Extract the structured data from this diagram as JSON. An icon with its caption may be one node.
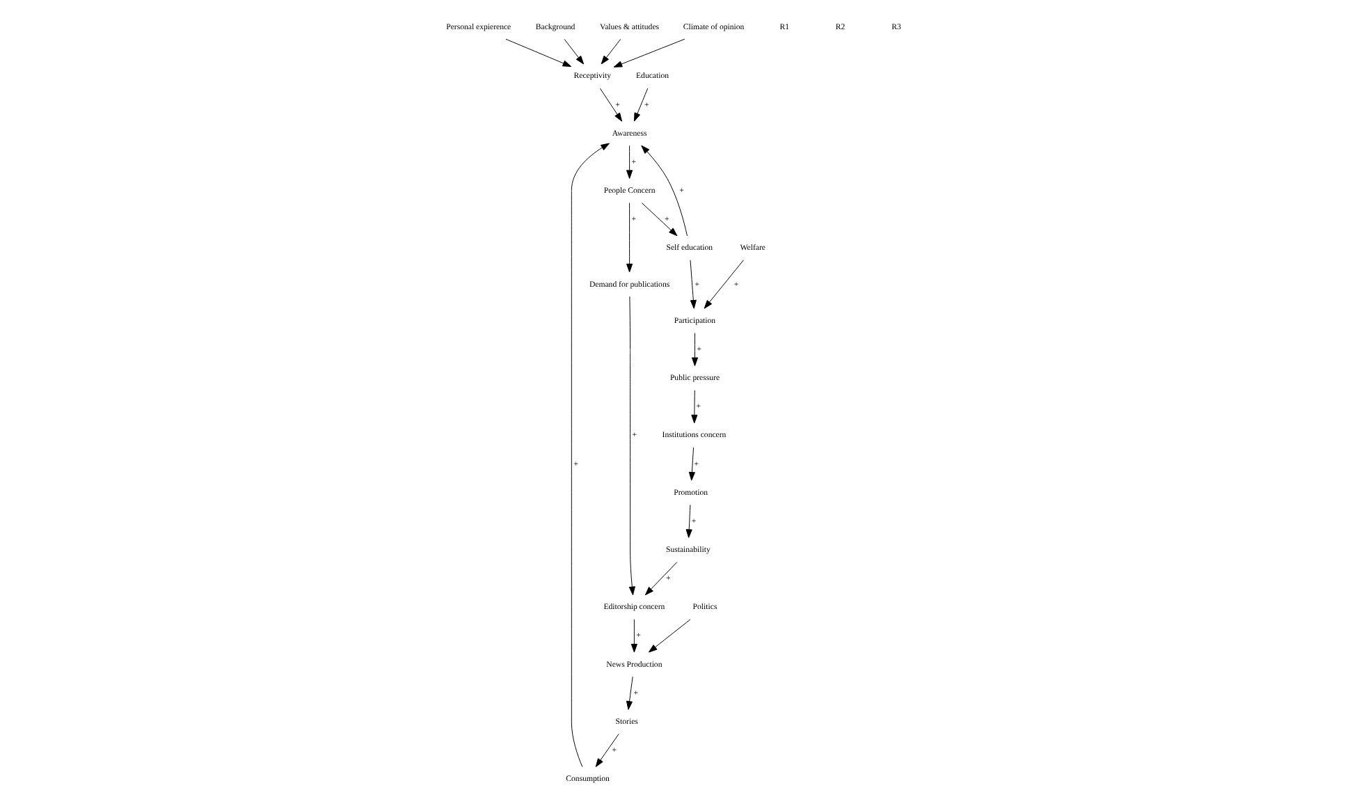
{
  "diagram": {
    "nodes": [
      {
        "text": [
          "Personal expierence"
        ]
      },
      {
        "text": [
          "Background"
        ]
      },
      {
        "text": [
          "Education"
        ]
      },
      {
        "text": [
          "Values & attitudes"
        ]
      },
      {
        "text": [
          "Climate of opinion"
        ]
      },
      {
        "text": [
          "Consumption"
        ]
      },
      {
        "text": [
          "Receptivity"
        ]
      },
      {
        "text": [
          "Politics"
        ]
      },
      {
        "text": [
          "Stories"
        ]
      },
      {
        "text": [
          "Awareness"
        ]
      },
      {
        "text": [
          "News Production"
        ]
      },
      {
        "text": [
          "People Concern"
        ]
      },
      {
        "text": [
          "Demand for publications"
        ]
      },
      {
        "text": [
          "Self education"
        ]
      },
      {
        "text": [
          "Welfare"
        ]
      },
      {
        "text": [
          "Editorship concern"
        ]
      },
      {
        "text": [
          "Participation"
        ]
      },
      {
        "text": [
          "Sustainability"
        ]
      },
      {
        "text": [
          "Public pressure"
        ]
      },
      {
        "text": [
          "Promotion"
        ]
      },
      {
        "text": [
          "Institutions concern"
        ]
      }
    ],
    "edges": [
      {
        "from": 7,
        "to": 10,
        "arrow": "to"
      },
      {
        "from": 10,
        "to": 8,
        "arrow": "to",
        "label": "+"
      },
      {
        "from": 8,
        "to": 5,
        "arrow": "to",
        "label": "+"
      },
      {
        "from": 5,
        "to": 9,
        "arrow": "to",
        "label": "+"
      },
      {
        "from": 2,
        "to": 9,
        "arrow": "to",
        "label": "+"
      },
      {
        "from": 4,
        "to": 6,
        "arrow": "to"
      },
      {
        "from": 1,
        "to": 6,
        "arrow": "to"
      },
      {
        "from": 0,
        "to": 6,
        "arrow": "to"
      },
      {
        "from": 3,
        "to": 6,
        "arrow": "to"
      },
      {
        "from": 6,
        "to": 9,
        "arrow": "to",
        "label": "+"
      },
      {
        "from": 9,
        "to": 11,
        "arrow": "to",
        "label": "+"
      },
      {
        "from": 11,
        "to": 12,
        "arrow": "to",
        "label": "+"
      },
      {
        "from": 11,
        "to": 13,
        "arrow": "to",
        "label": "+"
      },
      {
        "from": 13,
        "to": 9,
        "arrow": "to",
        "label": "+"
      },
      {
        "from": 12,
        "to": 15,
        "arrow": "to",
        "label": "+"
      },
      {
        "from": 15,
        "to": 10,
        "arrow": "to",
        "label": "+"
      },
      {
        "from": 13,
        "to": 16,
        "arrow": "to",
        "label": "+"
      },
      {
        "from": 14,
        "to": 16,
        "arrow": "to",
        "label": "+"
      },
      {
        "from": 16,
        "to": 18,
        "arrow": "to",
        "label": "+"
      },
      {
        "from": 18,
        "to": 20,
        "arrow": "to",
        "label": "+"
      },
      {
        "from": 20,
        "to": 19,
        "arrow": "to",
        "label": "+"
      },
      {
        "from": 19,
        "to": 17,
        "arrow": "to",
        "label": "+"
      },
      {
        "from": 17,
        "to": 15,
        "arrow": "to",
        "label": "+"
      }
    ],
    "labels": [
      "R1",
      "R2",
      "R3"
    ]
  }
}
